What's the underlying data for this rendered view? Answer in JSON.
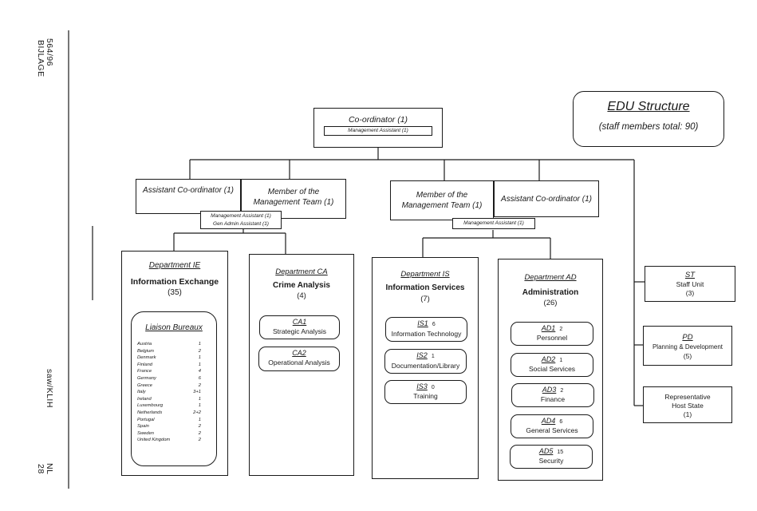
{
  "margin": {
    "ref_top": "564/96",
    "ref_top2": "BIJLAGE",
    "ref_mid": "saw/KLIH",
    "ref_bottom": "NL",
    "ref_bottom2": "28"
  },
  "legend": {
    "title": "EDU Structure",
    "subtitle": "(staff members total: 90)"
  },
  "coordinator": {
    "title": "Co-ordinator (1)",
    "assistant": "Management Assistant (1)"
  },
  "left_group": {
    "assistant_coordinator": "Assistant Co-ordinator (1)",
    "member_line1": "Member of the",
    "member_line2": "Management Team (1)",
    "mgmt_assistant": "Management Assistant (1)",
    "gen_admin_assistant": "Gen Admin Assistant (1)"
  },
  "right_group": {
    "member_line1": "Member of the",
    "member_line2": "Management Team (1)",
    "assistant_coordinator": "Assistant Co-ordinator (1)",
    "mgmt_assistant": "Management Assistant (1)"
  },
  "departments": {
    "ie": {
      "code": "Department IE",
      "name": "Information Exchange",
      "count": "(35)",
      "liaison_title": "Liaison Bureaux",
      "liaison": [
        {
          "country": "Austria",
          "n": "1"
        },
        {
          "country": "Belgium",
          "n": "2"
        },
        {
          "country": "Denmark",
          "n": "1"
        },
        {
          "country": "Finland",
          "n": "1"
        },
        {
          "country": "France",
          "n": "4"
        },
        {
          "country": "Germany",
          "n": "6"
        },
        {
          "country": "Greece",
          "n": "2"
        },
        {
          "country": "Italy",
          "n": "3+1"
        },
        {
          "country": "Ireland",
          "n": "1"
        },
        {
          "country": "Luxembourg",
          "n": "1"
        },
        {
          "country": "Netherlands",
          "n": "2+2"
        },
        {
          "country": "Portugal",
          "n": "1"
        },
        {
          "country": "Spain",
          "n": "2"
        },
        {
          "country": "Sweden",
          "n": "2"
        },
        {
          "country": "United Kingdom",
          "n": "2"
        }
      ]
    },
    "ca": {
      "code": "Department CA",
      "name": "Crime Analysis",
      "count": "(4)",
      "units": [
        {
          "code": "CA1",
          "name": "Strategic Analysis"
        },
        {
          "code": "CA2",
          "name": "Operational Analysis"
        }
      ]
    },
    "is": {
      "code": "Department IS",
      "name": "Information Services",
      "count": "(7)",
      "units": [
        {
          "code": "IS1",
          "n": "6",
          "name": "Information Technology"
        },
        {
          "code": "IS2",
          "n": "1",
          "name": "Documentation/Library"
        },
        {
          "code": "IS3",
          "n": "0",
          "name": "Training"
        }
      ]
    },
    "ad": {
      "code": "Department AD",
      "name": "Administration",
      "count": "(26)",
      "units": [
        {
          "code": "AD1",
          "n": "2",
          "name": "Personnel"
        },
        {
          "code": "AD2",
          "n": "1",
          "name": "Social Services"
        },
        {
          "code": "AD3",
          "n": "2",
          "name": "Finance"
        },
        {
          "code": "AD4",
          "n": "6",
          "name": "General Services"
        },
        {
          "code": "AD5",
          "n": "15",
          "name": "Security"
        }
      ]
    }
  },
  "side_units": {
    "st": {
      "code": "ST",
      "name": "Staff Unit",
      "count": "(3)"
    },
    "pd": {
      "code": "PD",
      "name": "Planning & Development",
      "count": "(5)"
    },
    "rep": {
      "line1": "Representative",
      "line2": "Host State",
      "count": "(1)"
    }
  }
}
